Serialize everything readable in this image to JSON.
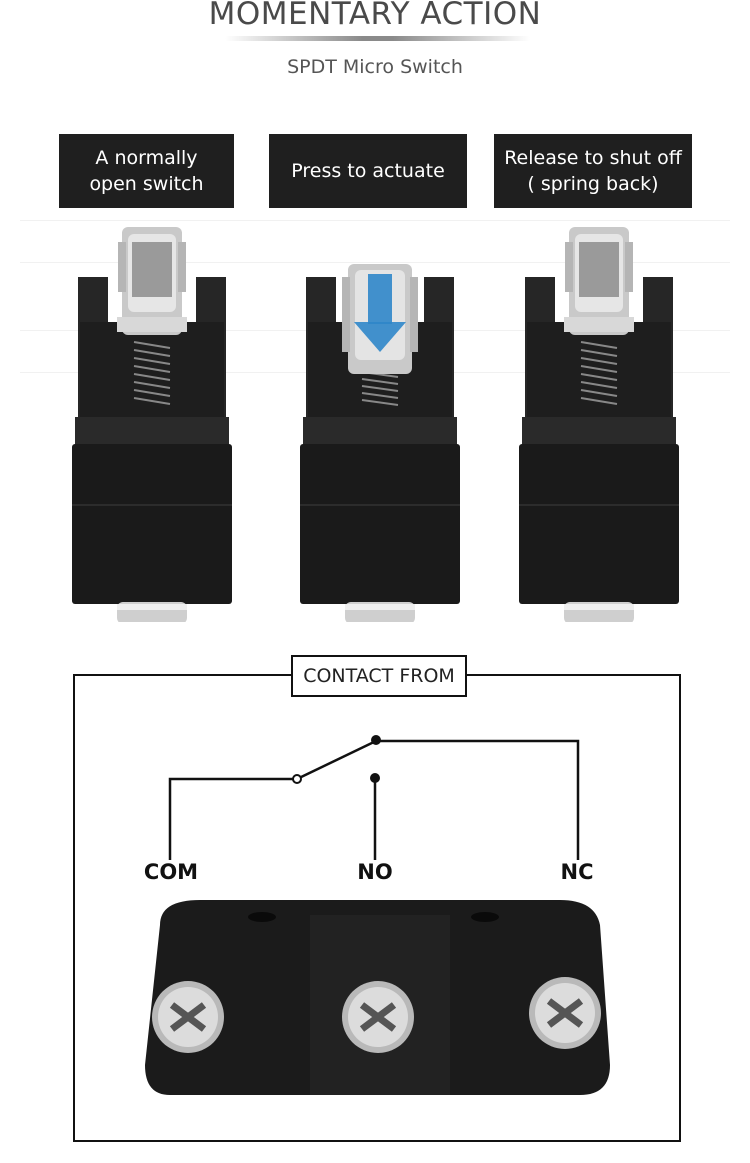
{
  "header": {
    "title": "MOMENTARY ACTION",
    "subtitle": "SPDT Micro Switch"
  },
  "steps": [
    {
      "line1": "A normally",
      "line2": "open switch"
    },
    {
      "line1": "Press to actuate",
      "line2": ""
    },
    {
      "line1": "Release to shut off",
      "line2": "( spring back)"
    }
  ],
  "contact": {
    "title": "CONTACT FROM",
    "terminals": [
      "COM",
      "NO",
      "NC"
    ]
  },
  "colors": {
    "label_bg": "#1f1f1f",
    "switch_body": "#1c1c1c",
    "press_arrow": "#2f86c9"
  }
}
